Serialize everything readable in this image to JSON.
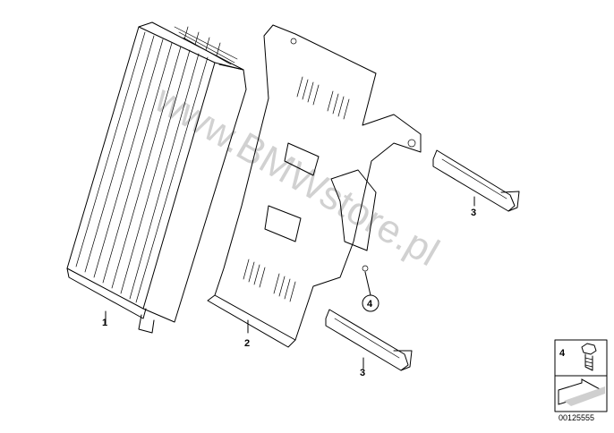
{
  "callouts": {
    "part1": "1",
    "part2": "2",
    "part3a": "3",
    "part3b": "3",
    "part4": "4"
  },
  "legend": {
    "item_number": "4",
    "code": "00125555"
  },
  "watermark": "www.BMWstore.pl"
}
